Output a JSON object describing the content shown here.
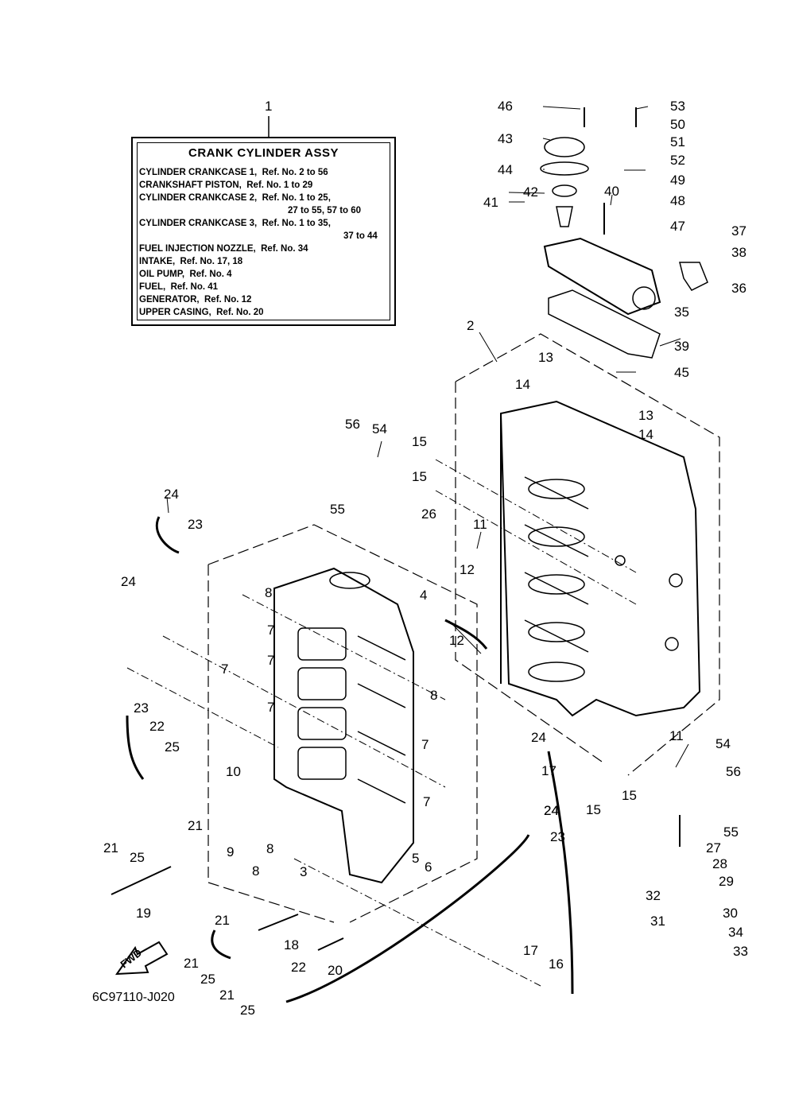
{
  "legend": {
    "title": "CRANK CYLINDER ASSY",
    "lines": [
      "CYLINDER CRANKCASE 1,  Ref. No. 2 to 56",
      "CRANKSHAFT PISTON,  Ref. No. 1 to 29",
      "CYLINDER CRANKCASE 2,  Ref. No. 1 to 25,",
      "27 to 55, 57 to 60",
      "CYLINDER CRANKCASE 3,  Ref. No. 1 to 35,",
      "37 to 44",
      "FUEL INJECTION NOZZLE,  Ref. No. 34",
      "INTAKE,  Ref. No. 17, 18",
      "OIL PUMP,  Ref. No. 4",
      "FUEL,  Ref. No. 41",
      "GENERATOR,  Ref. No. 12",
      "UPPER CASING,  Ref. No. 20"
    ]
  },
  "callouts": [
    "1",
    "46",
    "53",
    "50",
    "43",
    "51",
    "52",
    "44",
    "49",
    "42",
    "41",
    "40",
    "48",
    "47",
    "37",
    "38",
    "36",
    "35",
    "2",
    "39",
    "13",
    "45",
    "14",
    "13",
    "14",
    "56",
    "54",
    "15",
    "15",
    "55",
    "24",
    "23",
    "26",
    "11",
    "12",
    "24",
    "8",
    "7",
    "7",
    "7",
    "7",
    "4",
    "12",
    "23",
    "8",
    "22",
    "24",
    "25",
    "7",
    "24",
    "10",
    "17",
    "54",
    "56",
    "15",
    "15",
    "8",
    "7",
    "24",
    "21",
    "21",
    "8",
    "9",
    "5",
    "6",
    "23",
    "55",
    "25",
    "3",
    "27",
    "28",
    "19",
    "29",
    "32",
    "30",
    "21",
    "31",
    "34",
    "18",
    "33",
    "21",
    "20",
    "25",
    "22",
    "17",
    "16",
    "21",
    "25",
    "11"
  ],
  "fwd_arrow": "FWD",
  "doc_id": "6C97110-J020"
}
